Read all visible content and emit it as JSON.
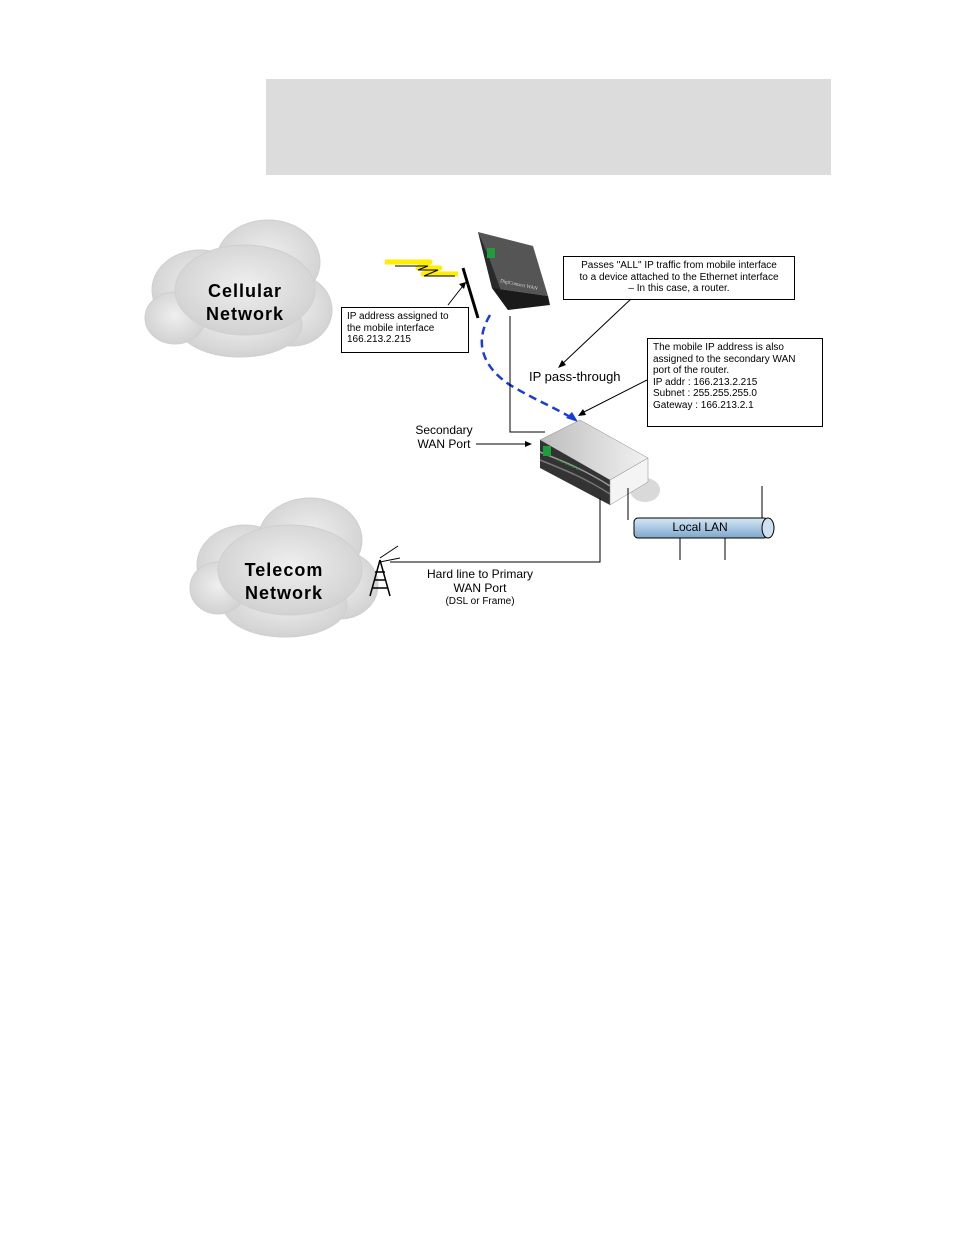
{
  "clouds": {
    "cellular": {
      "line1": "Cellular",
      "line2": "Network"
    },
    "telecom": {
      "line1": "Telecom",
      "line2": "Network"
    }
  },
  "boxes": {
    "mobile_ip": [
      "IP address assigned to",
      "the mobile interface",
      "166.213.2.215"
    ],
    "passthrough_note": [
      "Passes \"ALL\" IP traffic from mobile interface",
      "to a device attached to the Ethernet interface",
      "– In this case, a router."
    ],
    "secondary_wan_note": [
      "The mobile IP address is also",
      "assigned to the secondary WAN",
      "port of the router.",
      "IP addr : 166.213.2.215",
      "Subnet : 255.255.255.0",
      "Gateway : 166.213.2.1"
    ]
  },
  "labels": {
    "ip_passthrough": "IP pass-through",
    "secondary_wan_line1": "Secondary",
    "secondary_wan_line2": "WAN Port",
    "hardline_line1": "Hard line to Primary",
    "hardline_line2": "WAN Port",
    "hardline_line3": "(DSL or Frame)",
    "local_lan": "Local LAN",
    "device_brand": "DigiConnect WAN"
  },
  "colors": {
    "header_band": "#dcdcdc",
    "cloud": "#d9d9d9",
    "lightning": "#ffee00",
    "dashed_link": "#1a3cd6",
    "lan_pipe": "#a9c8e2",
    "device_led": "#1f9d3a"
  }
}
